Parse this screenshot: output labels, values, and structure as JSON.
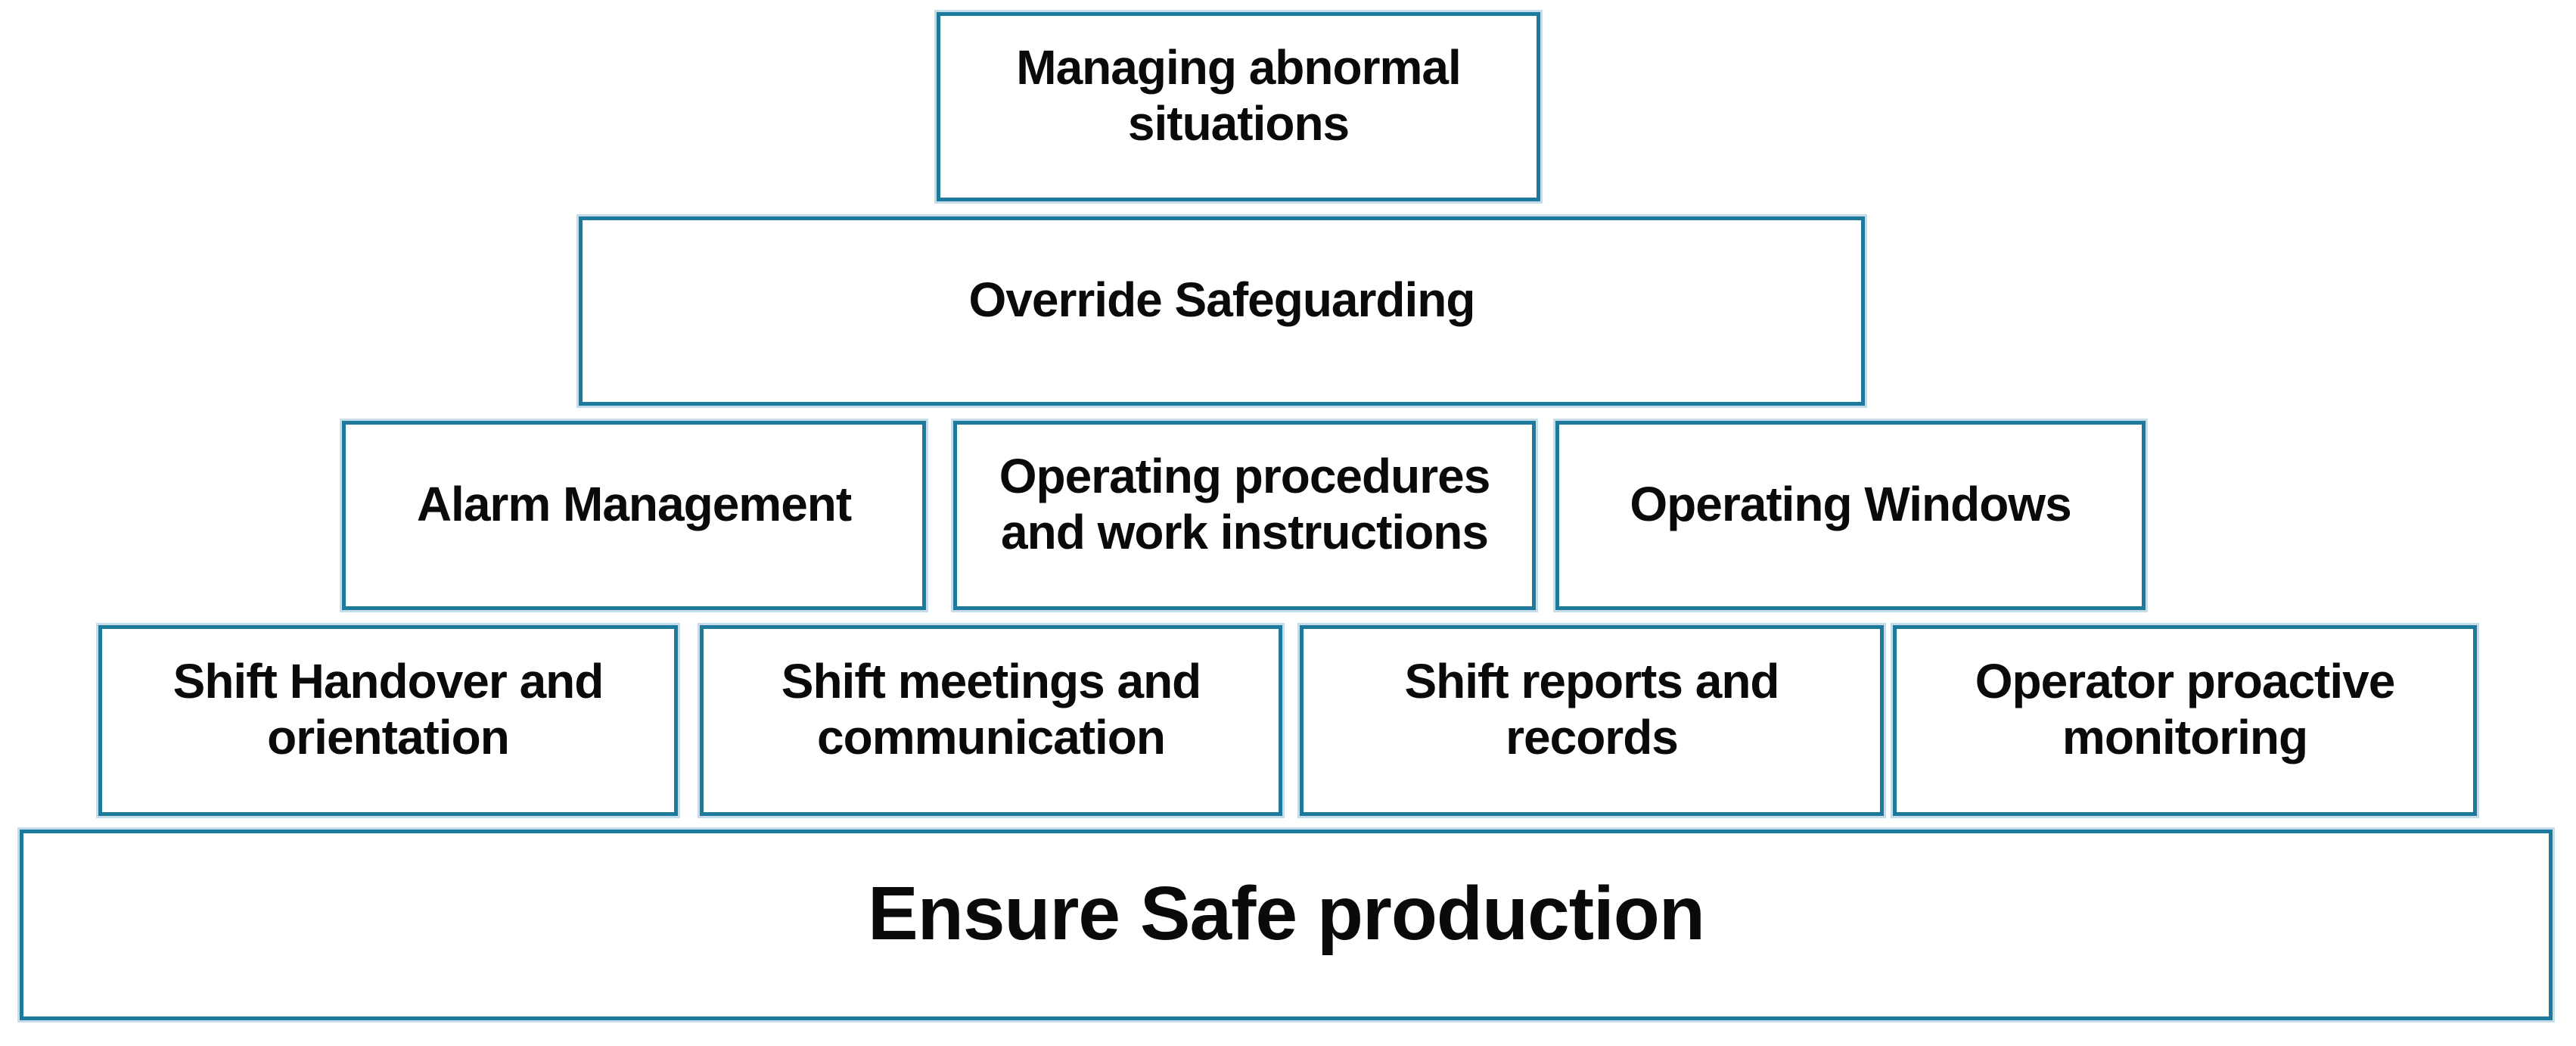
{
  "colors": {
    "border": "#1e7a9c",
    "halo": "#c6dde9",
    "text": "#0a0a0a",
    "background": "#ffffff"
  },
  "rows": [
    {
      "cells": [
        {
          "label": "Managing abnormal\nsituations"
        }
      ]
    },
    {
      "cells": [
        {
          "label": "Override Safeguarding"
        }
      ]
    },
    {
      "cells": [
        {
          "label": "Alarm Management"
        },
        {
          "label": "Operating procedures\nand work instructions"
        },
        {
          "label": "Operating Windows"
        }
      ]
    },
    {
      "cells": [
        {
          "label": "Shift Handover and\norientation"
        },
        {
          "label": "Shift meetings and\ncommunication"
        },
        {
          "label": "Shift reports and\nrecords"
        },
        {
          "label": "Operator proactive\nmonitoring"
        }
      ]
    },
    {
      "cells": [
        {
          "label": "Ensure Safe production"
        }
      ]
    }
  ]
}
